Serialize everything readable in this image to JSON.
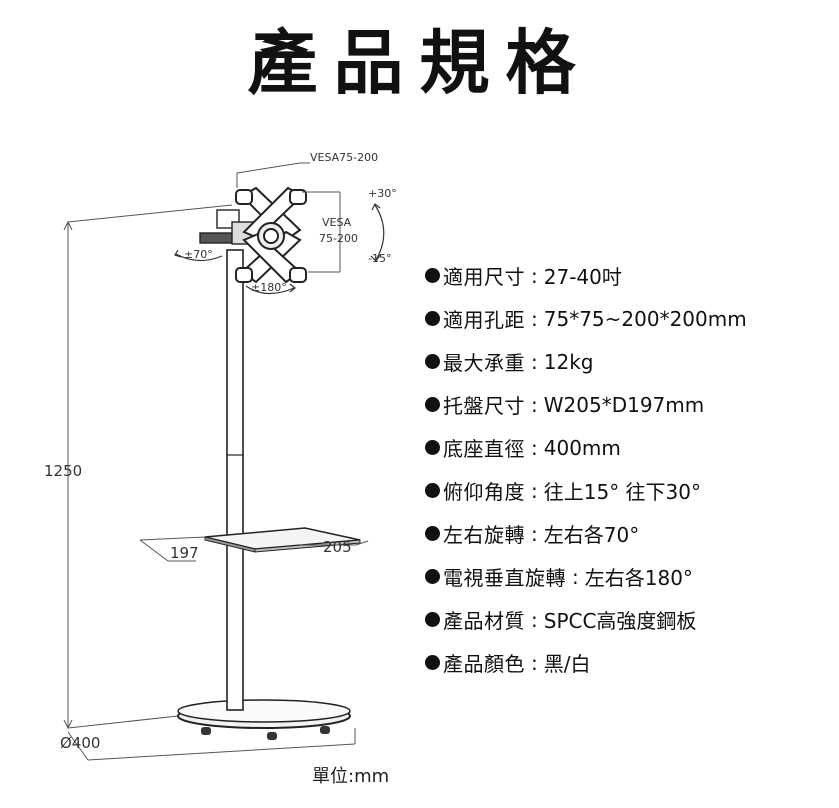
{
  "title": "產品規格",
  "diagram": {
    "height_label": "1250",
    "base_label": "Ø400",
    "tray_depth_label": "197",
    "tray_width_label": "205",
    "vesa_top_label": "VESA75-200",
    "vesa_side_label_1": "VESA",
    "vesa_side_label_2": "75-200",
    "tilt_up_label": "+30°",
    "tilt_down_label": "-15°",
    "swivel_label": "±70°",
    "rotate_label": "±180°"
  },
  "specs": [
    {
      "label": "適用尺寸",
      "value": "27-40吋"
    },
    {
      "label": "適用孔距",
      "value": "75*75~200*200mm"
    },
    {
      "label": "最大承重",
      "value": "12kg"
    },
    {
      "label": "托盤尺寸",
      "value": "W205*D197mm"
    },
    {
      "label": "底座直徑",
      "value": "400mm"
    },
    {
      "label": "俯仰角度",
      "value": "往上15° 往下30°"
    },
    {
      "label": "左右旋轉",
      "value": "左右各70°"
    },
    {
      "label": "電視垂直旋轉",
      "value": "左右各180°"
    },
    {
      "label": "產品材質",
      "value": "SPCC高強度鋼板"
    },
    {
      "label": "產品顏色",
      "value": "黑/白"
    }
  ],
  "unit_note": "單位:mm"
}
